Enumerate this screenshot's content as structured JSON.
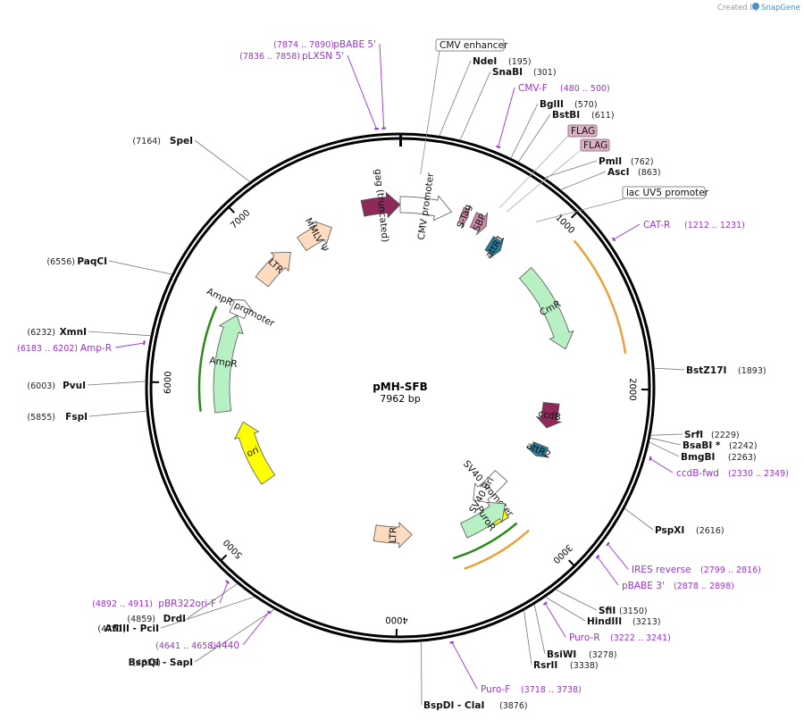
{
  "header": {
    "credit": "Created by",
    "brand": "SnapGene",
    "brand_color": "#4a90c8"
  },
  "plasmid": {
    "name": "pMH-SFB",
    "size": "7962 bp",
    "length": 7962
  },
  "ticks": [
    {
      "pos": 1000,
      "label": "1000"
    },
    {
      "pos": 2000,
      "label": "2000"
    },
    {
      "pos": 3000,
      "label": "3000"
    },
    {
      "pos": 4000,
      "label": "4000"
    },
    {
      "pos": 5000,
      "label": "5000"
    },
    {
      "pos": 6000,
      "label": "6000"
    },
    {
      "pos": 7000,
      "label": "7000"
    }
  ],
  "boxed_labels": [
    {
      "name": "CMV enhancer",
      "pos": 120
    },
    {
      "name": "lac UV5 promoter",
      "pos": 870
    }
  ],
  "flags": [
    {
      "name": "FLAG",
      "pos": 640
    },
    {
      "name": "FLAG",
      "pos": 690
    }
  ],
  "sites": [
    {
      "name": "NdeI",
      "pos_text": "(195)",
      "pos": 195
    },
    {
      "name": "SnaBI",
      "pos_text": "(301)",
      "pos": 301
    },
    {
      "name": "BglII",
      "pos_text": "(570)",
      "pos": 570
    },
    {
      "name": "BstBI",
      "pos_text": "(611)",
      "pos": 611
    },
    {
      "name": "PmlI",
      "pos_text": "(762)",
      "pos": 762
    },
    {
      "name": "AscI",
      "pos_text": "(863)",
      "pos": 863
    },
    {
      "name": "BstZ17I",
      "pos_text": "(1893)",
      "pos": 1893
    },
    {
      "name": "SrfI",
      "pos_text": "(2229)",
      "pos": 2229
    },
    {
      "name": "BsaBI *",
      "pos_text": "(2242)",
      "pos": 2242
    },
    {
      "name": "BmgBI",
      "pos_text": "(2263)",
      "pos": 2263
    },
    {
      "name": "PspXI",
      "pos_text": "(2616)",
      "pos": 2616
    },
    {
      "name": "SfiI",
      "pos_text": "(3150)",
      "pos": 3150
    },
    {
      "name": "HindIII",
      "pos_text": "(3213)",
      "pos": 3213
    },
    {
      "name": "BsiWI",
      "pos_text": "(3278)",
      "pos": 3278
    },
    {
      "name": "RsrII",
      "pos_text": "(3338)",
      "pos": 3338
    },
    {
      "name": "BspDI - ClaI",
      "pos_text": "(3876)",
      "pos": 3876
    },
    {
      "name": "BspQI - SapI",
      "pos_text": "(4635)",
      "pos": 4635
    },
    {
      "name": "AflIII - PciI",
      "pos_text": "(4751)",
      "pos": 4751
    },
    {
      "name": "DrdI",
      "pos_text": "(4859)",
      "pos": 4859
    },
    {
      "name": "FspI",
      "pos_text": "(5855)",
      "pos": 5855
    },
    {
      "name": "PvuI",
      "pos_text": "(6003)",
      "pos": 6003
    },
    {
      "name": "XmnI",
      "pos_text": "(6232)",
      "pos": 6232
    },
    {
      "name": "PaqCI",
      "pos_text": "(6556)",
      "pos": 6556
    },
    {
      "name": "SpeI",
      "pos_text": "(7164)",
      "pos": 7164
    }
  ],
  "primers": [
    {
      "name": "CMV-F",
      "range": "(480 .. 500)",
      "pos": 490
    },
    {
      "name": "CAT-R",
      "range": "(1212 .. 1231)",
      "pos": 1221
    },
    {
      "name": "ccdB-fwd",
      "range": "(2330 .. 2349)",
      "pos": 2340
    },
    {
      "name": "IRES reverse",
      "range": "(2799 .. 2816)",
      "pos": 2808
    },
    {
      "name": "pBABE 3'",
      "range": "(2878 .. 2898)",
      "pos": 2888
    },
    {
      "name": "Puro-R",
      "range": "(3222 .. 3241)",
      "pos": 3231
    },
    {
      "name": "Puro-F",
      "range": "(3718 .. 3738)",
      "pos": 3728
    },
    {
      "name": "L4440",
      "range": "(4641 .. 4658)",
      "pos": 4650
    },
    {
      "name": "pBR322ori-F",
      "range": "(4892 .. 4911)",
      "pos": 4902
    },
    {
      "name": "Amp-R",
      "range": "(6183 .. 6202)",
      "pos": 6192
    },
    {
      "name": "pLXSN 5'",
      "range": "(7836 .. 7858)",
      "pos": 7847
    },
    {
      "name": "pBABE 5'",
      "range": "(7874 .. 7890)",
      "pos": 7882
    }
  ],
  "features": [
    {
      "name": "gag (truncated)",
      "start": 7700,
      "end": 7962,
      "ring": 205,
      "color": "#8e2a5a"
    },
    {
      "name": "CMV promoter",
      "start": 0,
      "end": 360,
      "ring": 205,
      "color": "#ffffff"
    },
    {
      "name": "S-Tag",
      "start": 430,
      "end": 480,
      "ring": 205,
      "color": "#c88aa6"
    },
    {
      "name": "SBP",
      "start": 520,
      "end": 620,
      "ring": 205,
      "color": "#c88aa6"
    },
    {
      "name": "attR1",
      "start": 700,
      "end": 800,
      "ring": 190,
      "color": "#2a7a95"
    },
    {
      "name": "CmR",
      "start": 1050,
      "end": 1700,
      "ring": 190,
      "color": "#b7f0c2"
    },
    {
      "name": "ccdB",
      "start": 2120,
      "end": 2330,
      "ring": 170,
      "color": "#8e2a5a"
    },
    {
      "name": "attR2",
      "start": 2480,
      "end": 2580,
      "ring": 170,
      "color": "#2a7a95"
    },
    {
      "name": "SV40 promoter",
      "start": 2900,
      "end": 3250,
      "ring": 150,
      "color": "#ffffff"
    },
    {
      "name": "SV40 ori",
      "start": 2700,
      "end": 2780,
      "ring": 95,
      "color": "#ffff00"
    },
    {
      "name": "PuroR",
      "start": 3450,
      "end": 3050,
      "ring": 175,
      "color": "#b7f0c2"
    },
    {
      "name": "LTR",
      "start": 4200,
      "end": 3880,
      "ring": 165,
      "color": "#ffdcc0"
    },
    {
      "name": "ori",
      "start": 5200,
      "end": 5700,
      "ring": 180,
      "color": "#ffff00"
    },
    {
      "name": "AmpR",
      "start": 5800,
      "end": 6500,
      "ring": 200,
      "color": "#b7f0c2"
    },
    {
      "name": "AmpR promoter",
      "start": 6500,
      "end": 6620,
      "ring": 200,
      "color": "#ffffff"
    },
    {
      "name": "LTR",
      "start": 6800,
      "end": 7100,
      "ring": 195,
      "color": "#ffdcc0"
    },
    {
      "name": "MMLV Ψ",
      "start": 7200,
      "end": 7450,
      "ring": 195,
      "color": "#ffdcc0"
    }
  ],
  "colors": {
    "primer": "#9933cc",
    "orange_primer": "#e8a23a",
    "green_primer": "#2a8a1a"
  }
}
